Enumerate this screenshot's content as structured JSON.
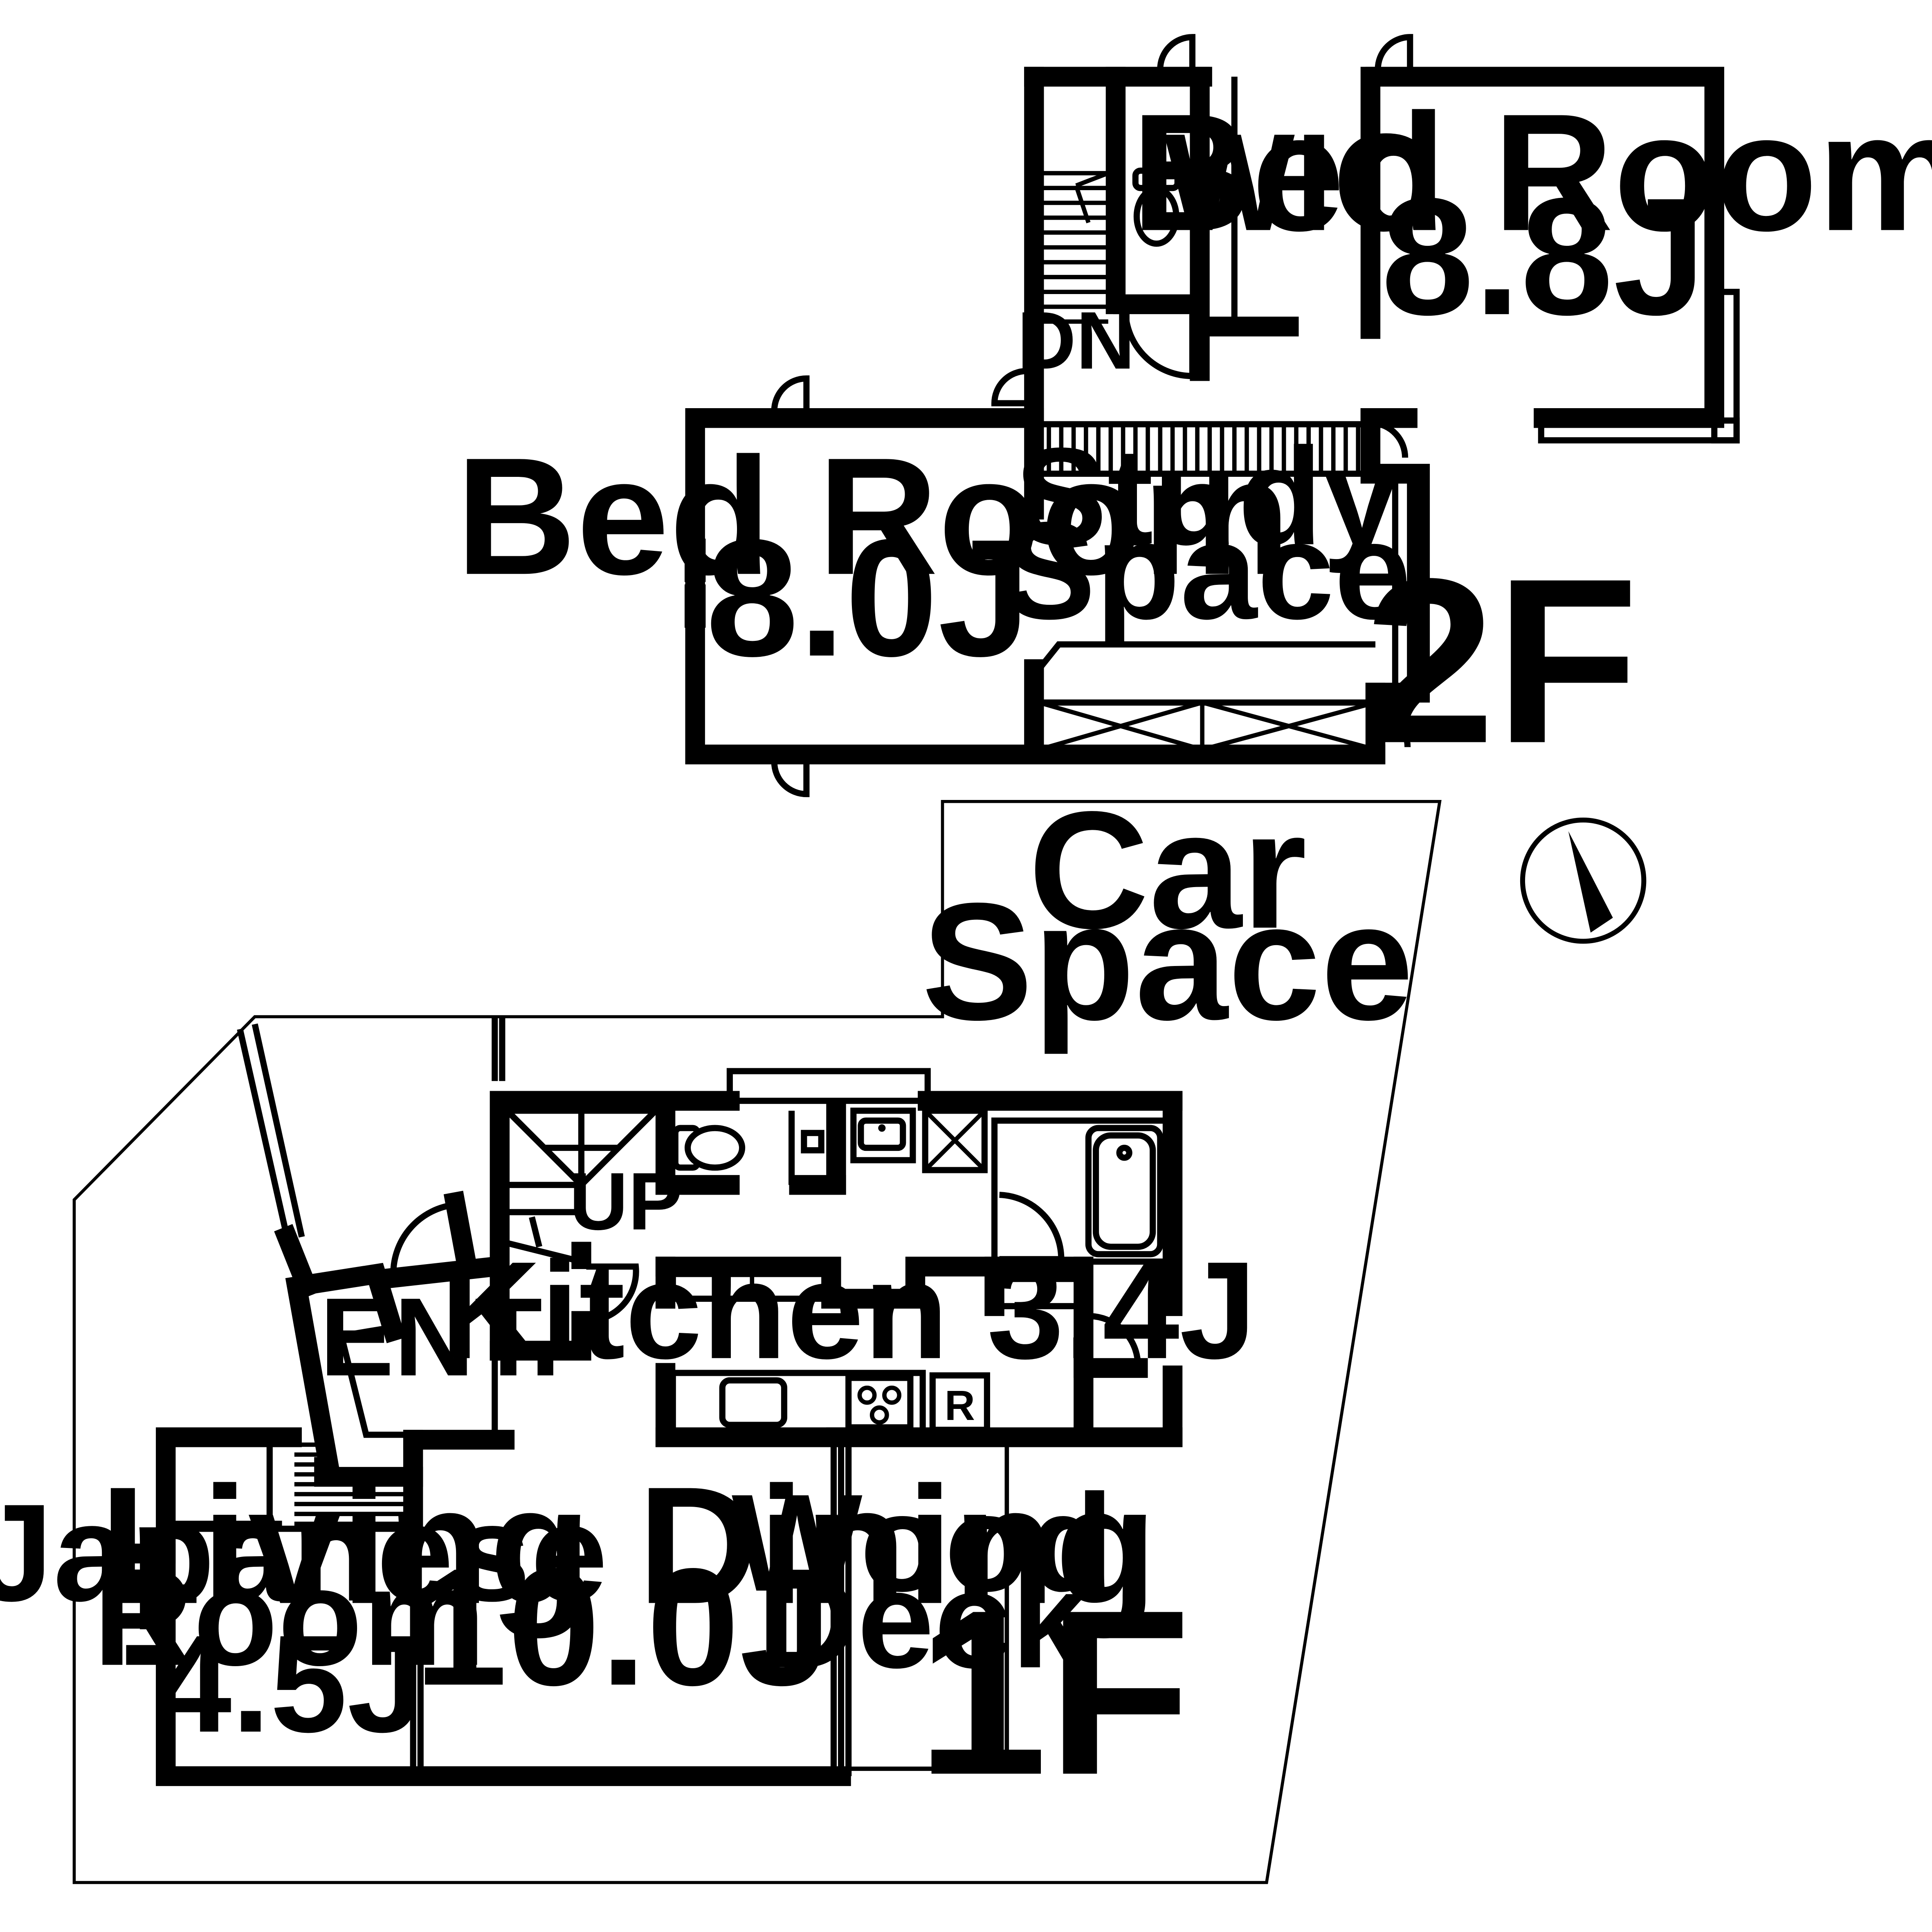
{
  "floor_2": {
    "label": "2F",
    "rooms": {
      "bed_room_large": {
        "name": "Bed Room",
        "size": "8.8J"
      },
      "bed_room_small": {
        "name": "Bed Room",
        "size": "8.0J"
      },
      "wic": {
        "name": "WIC"
      },
      "study_space": {
        "line1": "Study",
        "line2": "Space"
      },
      "stair_label": "DN"
    }
  },
  "floor_1": {
    "label": "1F",
    "rooms": {
      "car_space": {
        "line1": "Car",
        "line2": "Space"
      },
      "kitchen": {
        "name": "Kitchen 3.4J"
      },
      "entrance": {
        "name": "ENT."
      },
      "stair_label": "UP",
      "fridge_label": "R",
      "japanese_room": {
        "line1": "Japanese",
        "line2": "Room",
        "size": "4.5J"
      },
      "living_dining": {
        "name": "Living Dining",
        "size": "10.0J"
      },
      "wood_deck": {
        "line1": "Wood",
        "line2": "Deck"
      }
    }
  },
  "compass": {
    "icon": "north-arrow-icon"
  }
}
